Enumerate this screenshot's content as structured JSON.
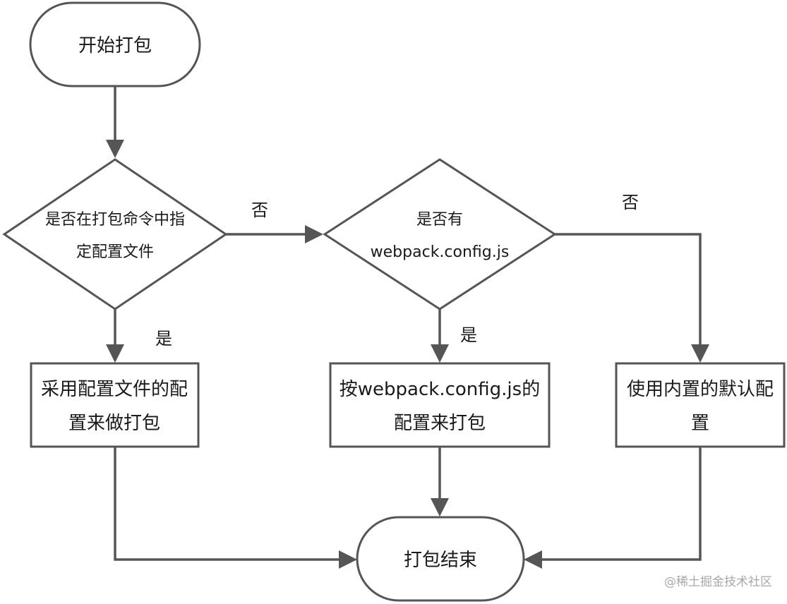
{
  "nodes": {
    "start": "开始打包",
    "decision1": [
      "是否在打包命令中指",
      "定配置文件"
    ],
    "decision2": [
      "是否有",
      "webpack.config.js"
    ],
    "process1": [
      "采用配置文件的配",
      "置来做打包"
    ],
    "process2": [
      "按webpack.config.js的",
      "配置来打包"
    ],
    "process3": [
      "使用内置的默认配",
      "置"
    ],
    "end": "打包结束"
  },
  "edges": {
    "d1_no": "否",
    "d1_yes": "是",
    "d2_yes": "是",
    "d2_no": "否"
  },
  "watermark": "@稀土掘金技术社区",
  "colors": {
    "stroke": "#555555",
    "text": "#1a1a1a",
    "watermark": "#a8a8a8"
  }
}
